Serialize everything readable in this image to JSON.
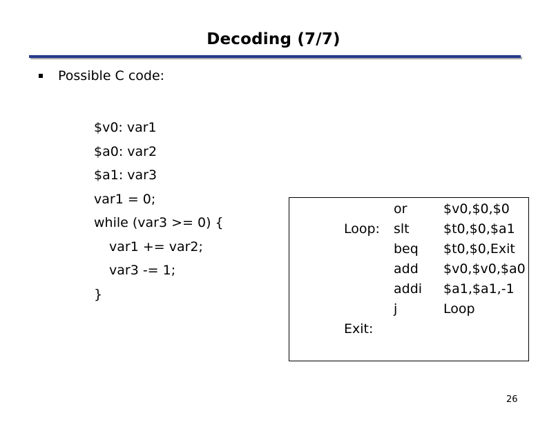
{
  "slide": {
    "title": "Decoding (7/7)",
    "bullet": "Possible C code:",
    "page_number": "26"
  },
  "c_code": [
    "$v0: var1",
    "$a0: var2",
    "$a1: var3",
    "var1 = 0;",
    "while (var3 >= 0) {",
    "var1 += var2;",
    "var3 -= 1;",
    "}"
  ],
  "assembly": [
    {
      "label": "",
      "op": "or",
      "args": "$v0,$0,$0"
    },
    {
      "label": "Loop:",
      "op": "slt",
      "args": "$t0,$0,$a1"
    },
    {
      "label": "",
      "op": "beq",
      "args": "$t0,$0,Exit"
    },
    {
      "label": "",
      "op": "add",
      "args": "$v0,$v0,$a0"
    },
    {
      "label": "",
      "op": "addi",
      "args": "$a1,$a1,-1"
    },
    {
      "label": "",
      "op": "j",
      "args": "Loop"
    },
    {
      "label": "Exit:",
      "op": "",
      "args": ""
    }
  ]
}
